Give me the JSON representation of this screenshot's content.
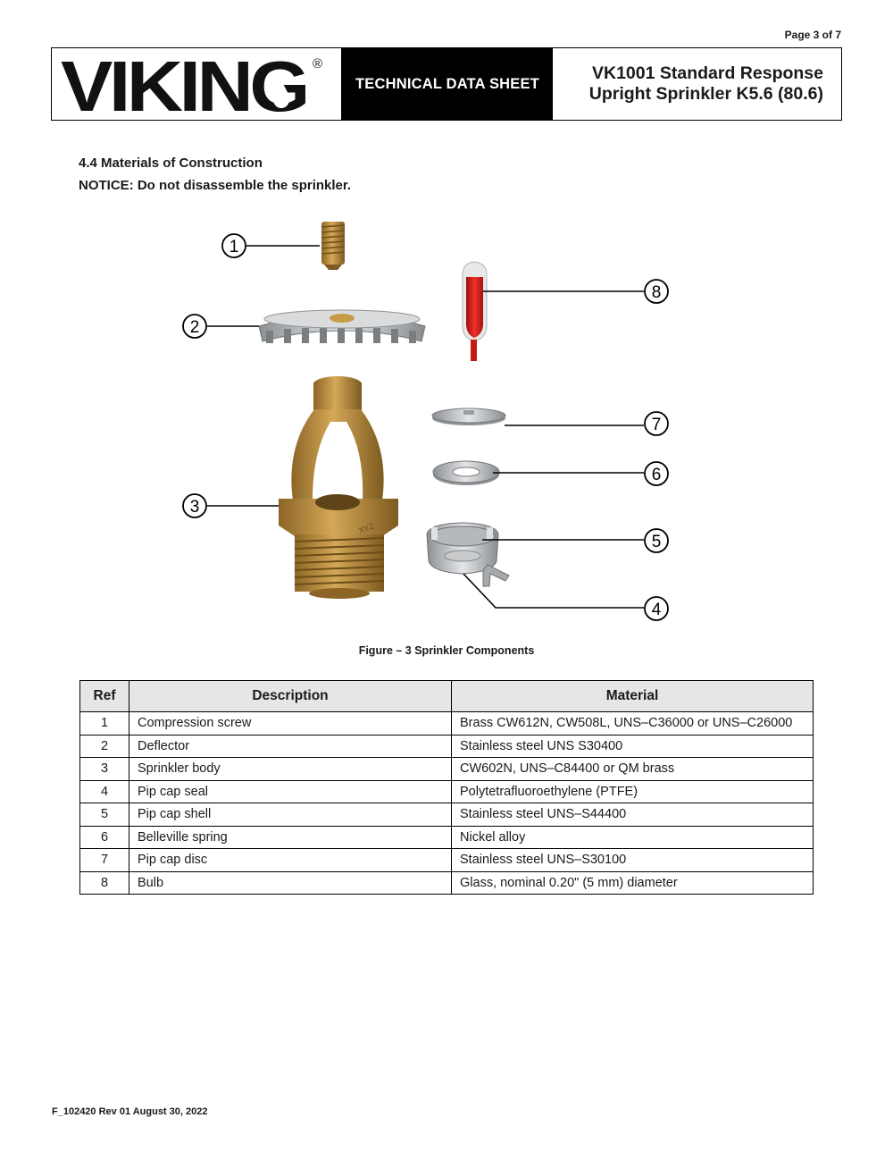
{
  "page_number": "Page 3 of 7",
  "header": {
    "brand": "VIKING",
    "registered_mark": "®",
    "doc_type": "TECHNICAL DATA SHEET",
    "title_line1": "VK1001 Standard Response",
    "title_line2": "Upright Sprinkler K5.6 (80.6)"
  },
  "section": {
    "heading": "4.4  Materials of Construction",
    "notice": "NOTICE: Do not disassemble the sprinkler."
  },
  "figure": {
    "callouts": [
      "1",
      "2",
      "3",
      "4",
      "5",
      "6",
      "7",
      "8"
    ],
    "body_marking": "XYZ",
    "caption": "Figure – 3 Sprinkler Components"
  },
  "table": {
    "headers": [
      "Ref",
      "Description",
      "Material"
    ],
    "rows": [
      [
        "1",
        "Compression screw",
        "Brass CW612N, CW508L, UNS–C36000 or UNS–C26000"
      ],
      [
        "2",
        "Deflector",
        "Stainless steel UNS S30400"
      ],
      [
        "3",
        "Sprinkler body",
        "CW602N, UNS–C84400 or QM brass"
      ],
      [
        "4",
        "Pip cap seal",
        "Polytetrafluoroethylene (PTFE)"
      ],
      [
        "5",
        "Pip cap shell",
        "Stainless steel UNS–S44400"
      ],
      [
        "6",
        "Belleville spring",
        "Nickel alloy"
      ],
      [
        "7",
        "Pip cap disc",
        "Stainless steel UNS–S30100"
      ],
      [
        "8",
        "Bulb",
        "Glass, nominal 0.20\" (5 mm) diameter"
      ]
    ]
  },
  "footer": "F_102420   Rev 01    August 30, 2022",
  "colors": {
    "brass": "#b8893a",
    "steel": "#c4c6c8",
    "bulb_liquid": "#e0201c",
    "header_band": "#000000",
    "table_header_bg": "#e6e6e6"
  }
}
